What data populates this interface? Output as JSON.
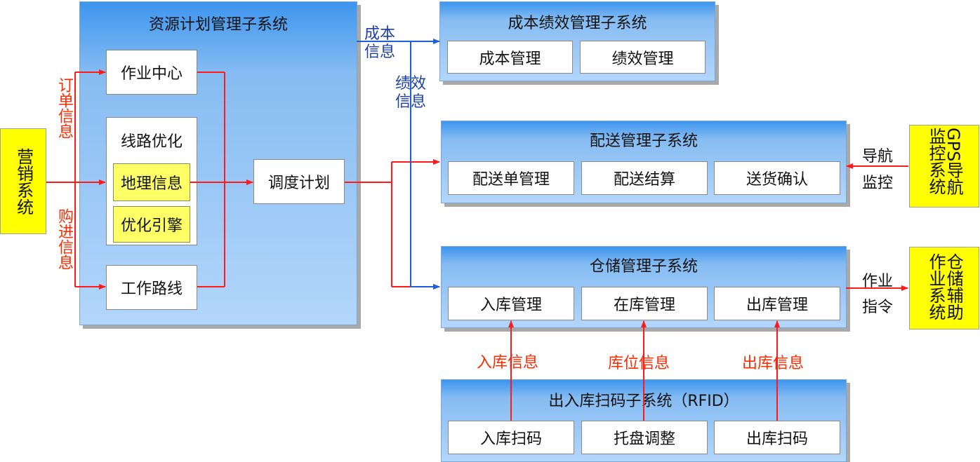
{
  "resource_subsystem": {
    "title": "资源计划管理子系统",
    "work_center": "作业中心",
    "route_optimization": {
      "title": "线路优化",
      "geo_info": "地理信息",
      "optimization_engine": "优化引擎"
    },
    "work_route": "工作路线",
    "dispatch_plan": "调度计划"
  },
  "marketing_system": "营销系统",
  "labels_left": {
    "order_info": "订单信息",
    "purchase_info": "购进信息"
  },
  "cost_subsystem": {
    "title": "成本绩效管理子系统",
    "cost_mgmt": "成本管理",
    "perf_mgmt": "绩效管理"
  },
  "labels_mid": {
    "cost_info": "成本\n信息",
    "perf_info": "绩效\n信息"
  },
  "delivery_subsystem": {
    "title": "配送管理子系统",
    "order_mgmt": "配送单管理",
    "settlement": "配送结算",
    "confirm": "送货确认"
  },
  "gps_system": "GPS导航监控系统",
  "labels_gps": {
    "line1": "导航",
    "line2": "监控"
  },
  "warehouse_subsystem": {
    "title": "仓储管理子系统",
    "inbound_mgmt": "入库管理",
    "stock_mgmt": "在库管理",
    "outbound_mgmt": "出库管理"
  },
  "warehouse_assist": "仓储辅助作业系统",
  "labels_assist": {
    "line1": "作业",
    "line2": "指令"
  },
  "rfid_subsystem": {
    "title": "出入库扫码子系统（RFID）",
    "inbound_scan": "入库扫码",
    "pallet_adjust": "托盘调整",
    "outbound_scan": "出库扫码"
  },
  "labels_rfid": {
    "inbound_info": "入库信息",
    "location_info": "库位信息",
    "outbound_info": "出库信息"
  },
  "colors": {
    "red_arrow": "#ff1a1a",
    "blue_arrow": "#1e5fe0",
    "panel_blue": "#86bcf2",
    "yellow": "#ffff00"
  }
}
